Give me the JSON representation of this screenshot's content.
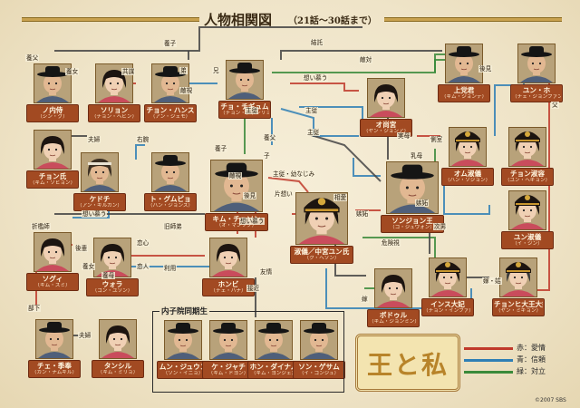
{
  "title": {
    "main": "人物相関図",
    "sub": "（21話～30話まで）"
  },
  "colors": {
    "love": "#c0392b",
    "trust": "#2f7fb5",
    "conflict": "#3a8a3a",
    "neutral": "#444444"
  },
  "people": [
    {
      "id": "nonaeshi",
      "name": "ノ内侍",
      "actor": "（シン・グ）",
      "gender": "m",
      "hair": "#5a5a5a",
      "hat": "gat"
    },
    {
      "id": "soryon",
      "name": "ソリョン",
      "actor": "（チョン・ヘビン）",
      "gender": "f",
      "hair": "#1c1410",
      "hat": ""
    },
    {
      "id": "chonhansu",
      "name": "チョン・ハンス",
      "actor": "（アン・ジェモ）",
      "gender": "m",
      "hair": "#1c1410",
      "hat": "gat"
    },
    {
      "id": "chogiyun",
      "name": "チョ・チギュム",
      "actor": "（チョン・グァンリョル）",
      "gender": "m",
      "hair": "#1c1410",
      "hat": "gat"
    },
    {
      "id": "jotoshin",
      "name": "上党君",
      "actor": "（キム・ジョンテ）",
      "gender": "m",
      "hair": "#2a2018",
      "hat": "gat"
    },
    {
      "id": "yunho",
      "name": "ユン・ホ",
      "actor": "（チェ・ジョンファン）",
      "gender": "m",
      "hair": "#2a2018",
      "hat": "gat"
    },
    {
      "id": "oshogu",
      "name": "オ尚宮",
      "actor": "（ヤン・ジョンア）",
      "gender": "f",
      "hair": "#1c1410",
      "hat": ""
    },
    {
      "id": "chonshi",
      "name": "チョン氏",
      "actor": "（キム・ソヒョン）",
      "gender": "f",
      "hair": "#1c1410",
      "hat": ""
    },
    {
      "id": "kadukya",
      "name": "ケドチ",
      "actor": "（アン・ギルガン）",
      "gender": "m",
      "hair": "#3a2e22",
      "hat": "band"
    },
    {
      "id": "todongpo",
      "name": "ト・グムピョ",
      "actor": "（ハン・ジョンス）",
      "gender": "m",
      "hair": "#1c1410",
      "hat": "gat"
    },
    {
      "id": "kimchoson",
      "name": "キム・チョソン",
      "actor": "（オ・マンソク）",
      "gender": "m",
      "hair": "#1c1410",
      "hat": "gat"
    },
    {
      "id": "sukui",
      "name": "淑儀／中宮ユン氏",
      "actor": "（ク・ヘソン）",
      "gender": "f",
      "hair": "#1c1410",
      "hat": "crown"
    },
    {
      "id": "sonjong",
      "name": "ソンジョン王",
      "actor": "（コ・ジュウォン）",
      "gender": "m",
      "hair": "#1c1410",
      "hat": "gat"
    },
    {
      "id": "omsukui",
      "name": "オム淑儀",
      "actor": "（ハン・ソジョン）",
      "gender": "f",
      "hair": "#1c1410",
      "hat": "crown"
    },
    {
      "id": "chonsukui",
      "name": "チョン淑容",
      "actor": "（ユン・ヘギョン）",
      "gender": "f",
      "hair": "#1c1410",
      "hat": "crown"
    },
    {
      "id": "yunsukui",
      "name": "ユン淑儀",
      "actor": "（イ・ジン）",
      "gender": "f",
      "hair": "#1c1410",
      "hat": "crown"
    },
    {
      "id": "sogi",
      "name": "ソグィ",
      "actor": "（キム・スミ）",
      "gender": "f",
      "hair": "#1c1410",
      "hat": ""
    },
    {
      "id": "ura",
      "name": "ウォラ",
      "actor": "（コン・ユソン）",
      "gender": "f",
      "hair": "#1c1410",
      "hat": ""
    },
    {
      "id": "honbi",
      "name": "ホンビ",
      "actor": "（チェ・ハナ）",
      "gender": "f",
      "hair": "#1c1410",
      "hat": ""
    },
    {
      "id": "bodoru",
      "name": "ボドゥル",
      "actor": "（キム・ジョンミン）",
      "gender": "f",
      "hair": "#1c1410",
      "hat": ""
    },
    {
      "id": "insu",
      "name": "インス大妃",
      "actor": "（チョン・インファ）",
      "gender": "f",
      "hair": "#1c1410",
      "hat": "crown"
    },
    {
      "id": "chonhui",
      "name": "チョンヒ大王大妃",
      "actor": "（ヤン・ミギョン）",
      "gender": "f",
      "hair": "#3a3a3a",
      "hat": "crown"
    },
    {
      "id": "chemaebong",
      "name": "チェ・季奉",
      "actor": "（カン・ナムギル）",
      "gender": "m",
      "hair": "#1c1410",
      "hat": "gat"
    },
    {
      "id": "tanshiru",
      "name": "タンシル",
      "actor": "（キム・ミリョ）",
      "gender": "f",
      "hair": "#1c1410",
      "hat": ""
    },
    {
      "id": "munju",
      "name": "ムン・ジュウン",
      "actor": "（ソン・イニョ）",
      "gender": "m",
      "hair": "#1c1410",
      "hat": "gat"
    },
    {
      "id": "kejakchi",
      "name": "ケ・ジャチ",
      "actor": "（キム・ドヨン）",
      "gender": "m",
      "hair": "#1c1410",
      "hat": "gat"
    },
    {
      "id": "hondingam",
      "name": "ホン・ダイナム",
      "actor": "（キム・ヨンジェ）",
      "gender": "m",
      "hair": "#1c1410",
      "hat": "gat"
    },
    {
      "id": "songeyam",
      "name": "ソン・ゲサム",
      "actor": "（イ・ゴンジュ）",
      "gender": "m",
      "hair": "#1c1410",
      "hat": "gat"
    }
  ],
  "labels": [
    "養父",
    "養女",
    "共謀",
    "弟",
    "兄",
    "敵視",
    "養子",
    "結託",
    "敵対",
    "後見",
    "想い慕う",
    "父",
    "夫婦",
    "右腕",
    "主従",
    "養父",
    "主従",
    "主従",
    "実母",
    "側室",
    "子",
    "主従・幼なじみ",
    "養子",
    "敵視",
    "後見",
    "片想い",
    "相愛",
    "乳母",
    "嫉妬",
    "想い慕う",
    "旧師弟",
    "恋心",
    "恋人",
    "次男",
    "嫉妬",
    "折檻師",
    "後輩",
    "養女",
    "養母",
    "利用",
    "友情",
    "危険視",
    "嫁",
    "嫁・姑",
    "部下",
    "夫婦",
    "想い慕う",
    "接近"
  ],
  "group": {
    "title": "内子院同期生"
  },
  "logo": {
    "text": "王と私"
  },
  "legend": [
    {
      "text": "赤：愛情",
      "color": "#c0392b"
    },
    {
      "text": "青：信頼",
      "color": "#2f7fb5"
    },
    {
      "text": "緑：対立",
      "color": "#3a8a3a"
    }
  ],
  "copyright": "©2007 SBS"
}
